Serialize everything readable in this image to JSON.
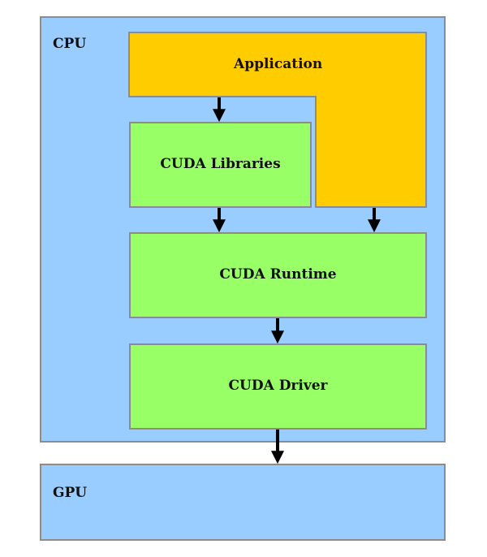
{
  "diagram": {
    "cpu": {
      "label": "CPU"
    },
    "gpu": {
      "label": "GPU"
    },
    "application": {
      "label": "Application"
    },
    "cuda_libraries": {
      "label": "CUDA Libraries"
    },
    "cuda_runtime": {
      "label": "CUDA Runtime"
    },
    "cuda_driver": {
      "label": "CUDA Driver"
    },
    "colors": {
      "host_device": "#99ccff",
      "application": "#ffcc00",
      "cuda_layer": "#99ff66",
      "border": "#8c8c8c",
      "arrow": "#000000"
    },
    "edges": [
      {
        "from": "Application",
        "to": "CUDA Libraries"
      },
      {
        "from": "CUDA Libraries",
        "to": "CUDA Runtime"
      },
      {
        "from": "Application",
        "to": "CUDA Runtime"
      },
      {
        "from": "CUDA Runtime",
        "to": "CUDA Driver"
      },
      {
        "from": "CUDA Driver",
        "to": "GPU"
      }
    ]
  }
}
